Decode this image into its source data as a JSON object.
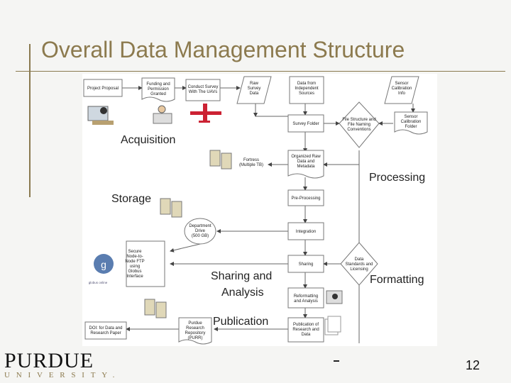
{
  "slide": {
    "title": "Overall Data Management Structure",
    "page_number": "12",
    "footer_dash": "–",
    "logo": {
      "word": "PURDUE",
      "sub": "UNIVERSITY."
    }
  },
  "diagram": {
    "phases": {
      "acquisition": "Acquisition",
      "storage": "Storage",
      "processing": "Processing",
      "sharing": "Sharing and",
      "sharing2": "Analysis",
      "formatting": "Formatting",
      "publication": "Publication"
    },
    "nodes": {
      "project_proposal": "Project Proposal",
      "funding": [
        "Funding and",
        "Permission",
        "Granted"
      ],
      "conduct_survey": [
        "Conduct Survey",
        "With The UAVs"
      ],
      "raw_survey": [
        "Raw",
        "Survey",
        "Data"
      ],
      "independent": [
        "Data from",
        "Independent",
        "Sources"
      ],
      "sensor_cal_info": [
        "Sensor",
        "Calibration",
        "Info"
      ],
      "survey_folder": "Survey Folder",
      "file_structure": [
        "File Structure and",
        "File Naming",
        "Conventions"
      ],
      "sensor_cal_folder": [
        "Sensor",
        "Calibration",
        "Folder"
      ],
      "fortress": [
        "Fortress",
        "(Multiple TB)"
      ],
      "organized_raw": [
        "Organized Raw",
        "Data and",
        "Metadata"
      ],
      "pre_processing": "Pre-Processing",
      "department_drive": [
        "Department",
        "Drive",
        "(500 GB)"
      ],
      "integration": "Integration",
      "secure_ftp": [
        "Secure",
        "Node-to-",
        "Node FTP",
        "using",
        "Globus",
        "Interface"
      ],
      "globus_label": "globus online",
      "sharing_box": "Sharing",
      "data_standards": [
        "Data",
        "Standards and",
        "Licensing"
      ],
      "reformatting": [
        "Reformatting",
        "and Analysis"
      ],
      "doi": [
        "DOI: for Data and",
        "Research Paper"
      ],
      "purr": [
        "Purdue",
        "Research",
        "Repository",
        "(PURR)"
      ],
      "publication_box": [
        "Publication of",
        "Research and",
        "Data"
      ]
    }
  }
}
